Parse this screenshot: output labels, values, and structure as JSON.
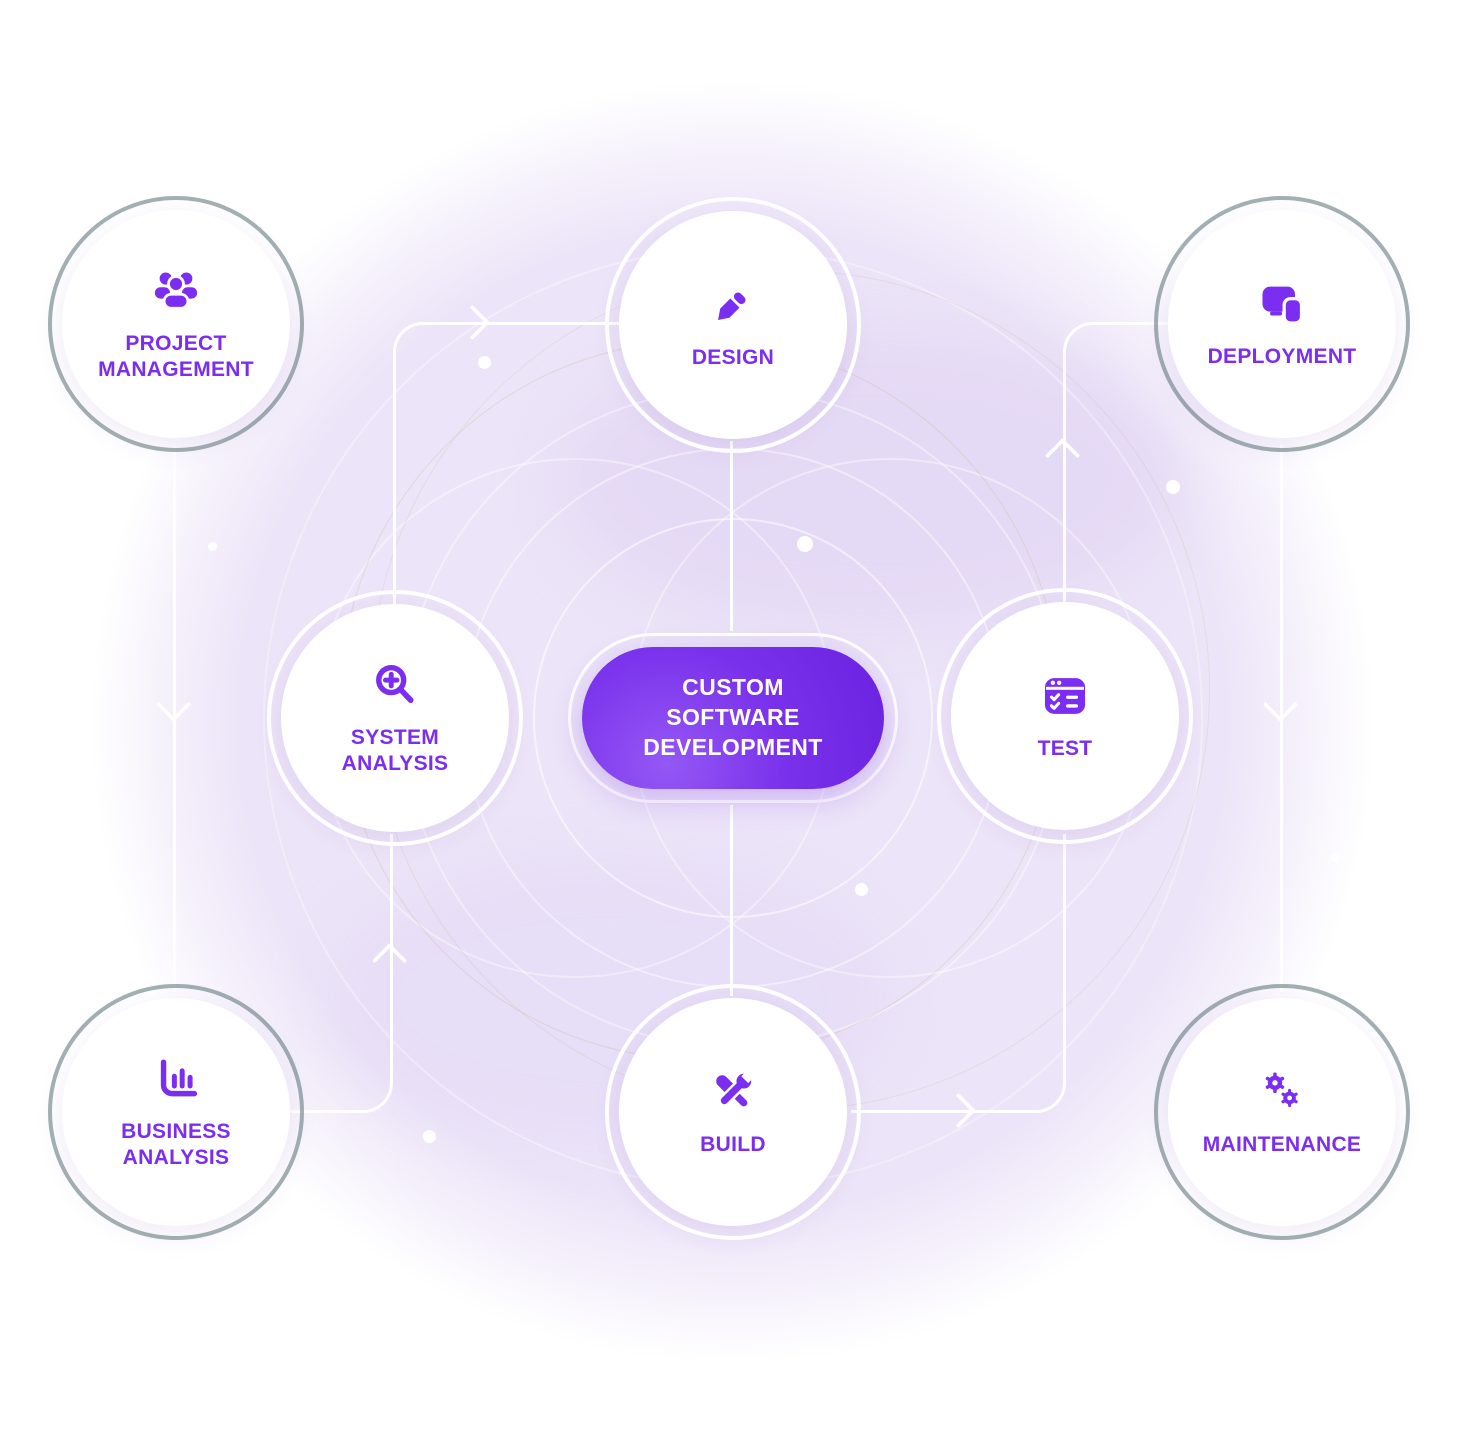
{
  "center": {
    "label": "CUSTOM SOFTWARE DEVELOPMENT"
  },
  "nodes": [
    {
      "id": "project-management",
      "label": "PROJECT MANAGEMENT",
      "icon": "team-icon"
    },
    {
      "id": "design",
      "label": "DESIGN",
      "icon": "pencil-icon"
    },
    {
      "id": "deployment",
      "label": "DEPLOYMENT",
      "icon": "devices-icon"
    },
    {
      "id": "system-analysis",
      "label": "SYSTEM ANALYSIS",
      "icon": "magnifier-plus-icon"
    },
    {
      "id": "test",
      "label": "TEST",
      "icon": "checklist-window-icon"
    },
    {
      "id": "business-analysis",
      "label": "BUSINESS ANALYSIS",
      "icon": "bar-chart-icon"
    },
    {
      "id": "build",
      "label": "BUILD",
      "icon": "tools-icon"
    },
    {
      "id": "maintenance",
      "label": "MAINTENANCE",
      "icon": "gears-icon"
    }
  ],
  "colors": {
    "accent": "#7B2EF1",
    "blob": "#ECE4F8",
    "pill-light": "#9458F5",
    "pill-dark": "#6A22DF",
    "ring-dark": "rgba(88,112,114,.55)"
  }
}
